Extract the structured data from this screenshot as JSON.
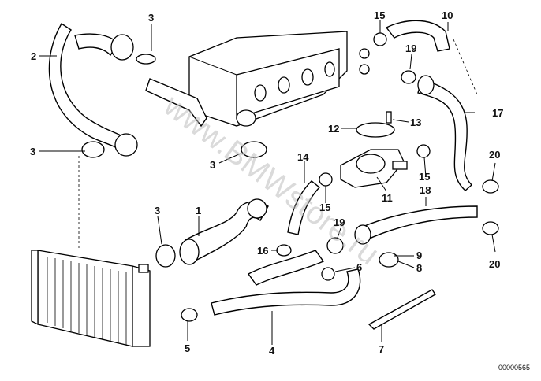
{
  "watermark": "www.BMWstore.ru",
  "document_number": "00000565",
  "callouts": [
    {
      "id": "c1",
      "text": "1"
    },
    {
      "id": "c2",
      "text": "2"
    },
    {
      "id": "c3a",
      "text": "3"
    },
    {
      "id": "c3b",
      "text": "3"
    },
    {
      "id": "c3c",
      "text": "3"
    },
    {
      "id": "c3d",
      "text": "3"
    },
    {
      "id": "c4",
      "text": "4"
    },
    {
      "id": "c5",
      "text": "5"
    },
    {
      "id": "c6",
      "text": "6"
    },
    {
      "id": "c7",
      "text": "7"
    },
    {
      "id": "c8",
      "text": "8"
    },
    {
      "id": "c9",
      "text": "9"
    },
    {
      "id": "c10",
      "text": "10"
    },
    {
      "id": "c11",
      "text": "11"
    },
    {
      "id": "c12",
      "text": "12"
    },
    {
      "id": "c13",
      "text": "13"
    },
    {
      "id": "c14",
      "text": "14"
    },
    {
      "id": "c15a",
      "text": "15"
    },
    {
      "id": "c15b",
      "text": "15"
    },
    {
      "id": "c15c",
      "text": "15"
    },
    {
      "id": "c16",
      "text": "16"
    },
    {
      "id": "c17",
      "text": "17"
    },
    {
      "id": "c18",
      "text": "18"
    },
    {
      "id": "c19a",
      "text": "19"
    },
    {
      "id": "c19b",
      "text": "19"
    },
    {
      "id": "c20a",
      "text": "20"
    },
    {
      "id": "c20b",
      "text": "20"
    }
  ]
}
